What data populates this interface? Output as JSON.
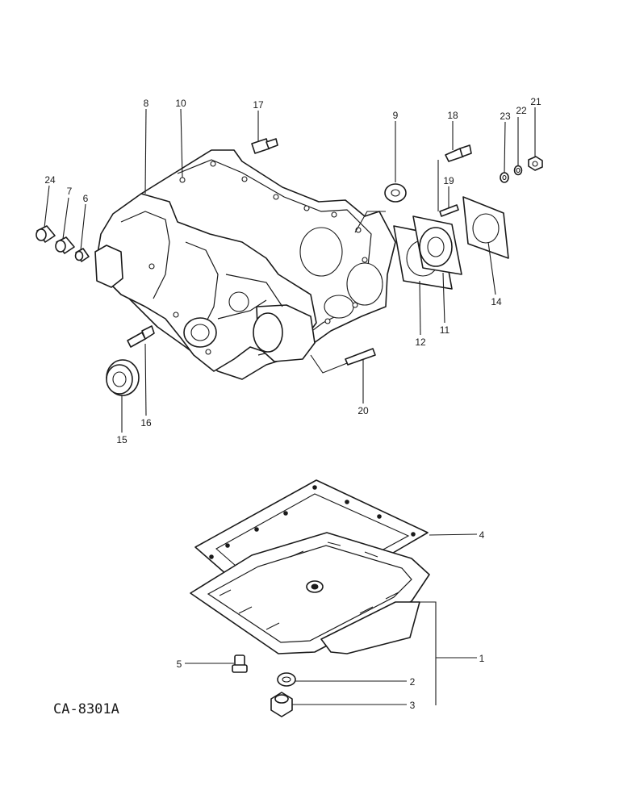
{
  "drawing_code": "CA-8301A",
  "callouts": [
    "1",
    "2",
    "3",
    "4",
    "5",
    "6",
    "7",
    "8",
    "9",
    "10",
    "11",
    "12",
    "14",
    "15",
    "16",
    "17",
    "18",
    "19",
    "20",
    "21",
    "22",
    "23",
    "24"
  ]
}
